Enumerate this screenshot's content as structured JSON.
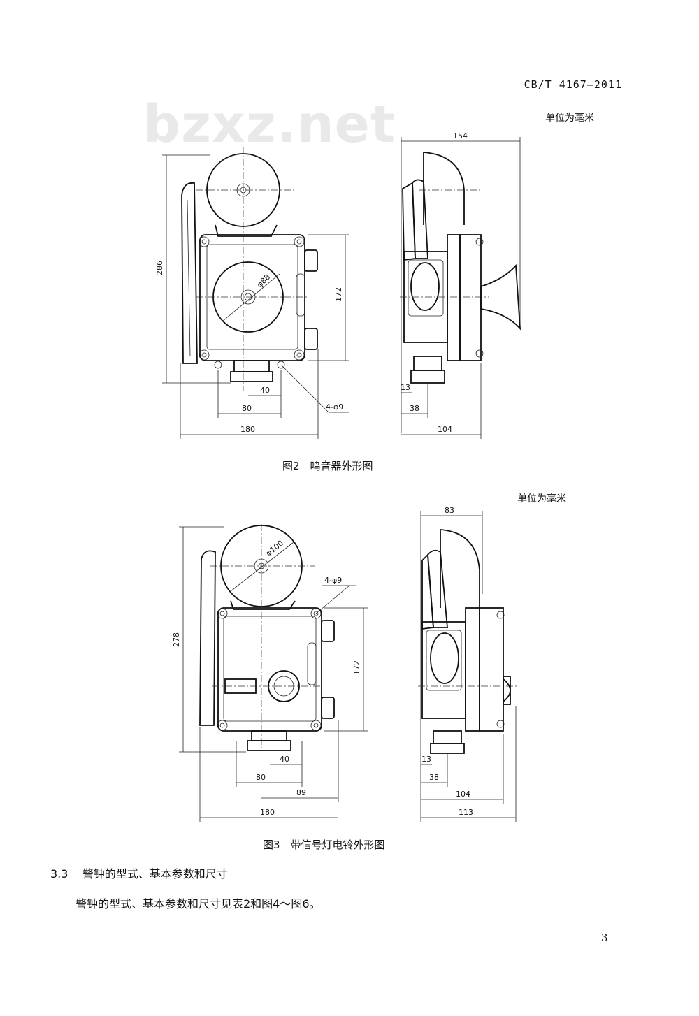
{
  "header": {
    "standard_code": "CB/T 4167—2011"
  },
  "watermark": "bzxz.net",
  "figure2": {
    "unit_note": "单位为毫米",
    "caption": "图2　鸣音器外形图",
    "dims": {
      "d286": "286",
      "d172": "172",
      "dphi88": "φ88",
      "d40": "40",
      "d80": "80",
      "d180": "180",
      "d4phi9": "4-φ9",
      "d154": "154",
      "d13": "13",
      "d38": "38",
      "d104": "104"
    }
  },
  "figure3": {
    "unit_note": "单位为毫米",
    "caption": "图3　带信号灯电铃外形图",
    "dims": {
      "d278": "278",
      "d172": "172",
      "dphi100": "φ100",
      "d4phi9": "4-φ9",
      "d40": "40",
      "d80": "80",
      "d89": "89",
      "d180": "180",
      "d83": "83",
      "d13": "13",
      "d38": "38",
      "d104": "104",
      "d113": "113"
    }
  },
  "section": {
    "number": "3.3",
    "title": "警钟的型式、基本参数和尺寸"
  },
  "body_text": "警钟的型式、基本参数和尺寸见表2和图4～图6。",
  "page_number": "3"
}
